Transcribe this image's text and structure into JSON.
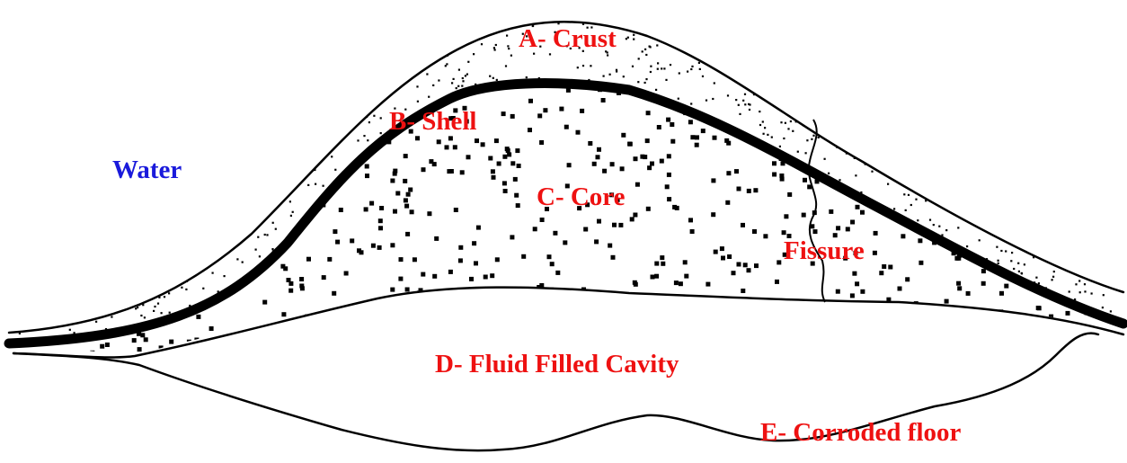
{
  "labels": {
    "water": "Water",
    "crust": "A- Crust",
    "shell": "B- Shell",
    "core": "C- Core",
    "fissure": "Fissure",
    "cavity": "D- Fluid Filled Cavity",
    "floor": "E- Corroded floor"
  },
  "colors": {
    "water_label": "#1a1adb",
    "part_label": "#ee1111",
    "line": "#000000"
  }
}
